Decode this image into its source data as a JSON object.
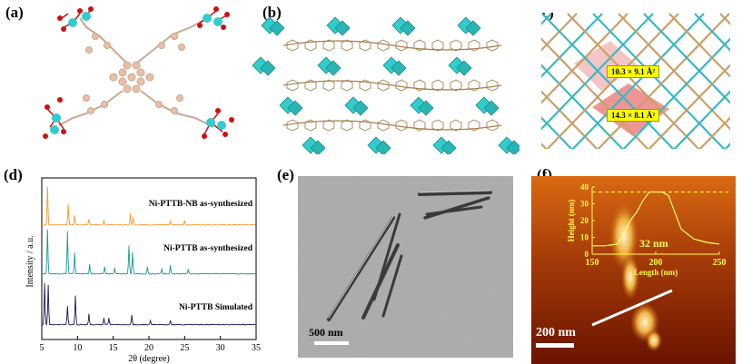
{
  "panels": {
    "a": {
      "label": "(a)"
    },
    "b": {
      "label": "(b)"
    },
    "c": {
      "label": "(c)",
      "pore_labels": [
        "10.3 × 9.1 Å²",
        "14.3 × 8.1 Å²"
      ]
    },
    "d": {
      "label": "(d)"
    },
    "e": {
      "label": "(e)",
      "scalebar": "500 nm"
    },
    "f": {
      "label": "(f)",
      "scalebar": "200 nm",
      "height_annotation": "32 nm"
    }
  },
  "colors": {
    "cluster": "#33cccc",
    "carbon": "#e8c0a8",
    "oxygen": "#cc1010",
    "pink": "#f0a0a0",
    "trace_top": "#f39a32",
    "trace_mid": "#1a9a90",
    "trace_bot": "#1a1a55"
  },
  "chart_data": [
    {
      "type": "line",
      "xlabel": "2θ (degree)",
      "ylabel": "Intensity / a.u.",
      "xlim": [
        5,
        35
      ],
      "xticks": [
        5,
        10,
        15,
        20,
        25,
        30,
        35
      ],
      "series": [
        {
          "name": "Ni-PTTB-NB as-synthesized",
          "peaks": [
            [
              5.8,
              1.0
            ],
            [
              8.7,
              0.55
            ],
            [
              9.6,
              0.25
            ],
            [
              11.6,
              0.15
            ],
            [
              13.7,
              0.12
            ],
            [
              17.4,
              0.3
            ],
            [
              17.8,
              0.2
            ],
            [
              23.0,
              0.1
            ],
            [
              25.0,
              0.12
            ]
          ]
        },
        {
          "name": "Ni-PTTB as-synthesized",
          "peaks": [
            [
              5.8,
              0.95
            ],
            [
              8.6,
              0.9
            ],
            [
              9.6,
              0.45
            ],
            [
              11.7,
              0.2
            ],
            [
              13.8,
              0.15
            ],
            [
              15.2,
              0.12
            ],
            [
              17.2,
              0.6
            ],
            [
              17.7,
              0.45
            ],
            [
              19.8,
              0.15
            ],
            [
              21.8,
              0.12
            ],
            [
              23.0,
              0.18
            ],
            [
              25.5,
              0.1
            ]
          ]
        },
        {
          "name": "Ni-PTTB Simulated",
          "peaks": [
            [
              5.4,
              0.8
            ],
            [
              5.9,
              0.75
            ],
            [
              8.6,
              0.35
            ],
            [
              9.7,
              0.55
            ],
            [
              11.6,
              0.2
            ],
            [
              13.7,
              0.12
            ],
            [
              14.4,
              0.12
            ],
            [
              17.6,
              0.18
            ],
            [
              20.2,
              0.08
            ],
            [
              23.0,
              0.08
            ]
          ]
        }
      ]
    },
    {
      "type": "line",
      "xlabel": "Length (nm)",
      "ylabel": "Height (nm)",
      "xlim": [
        150,
        250
      ],
      "ylim": [
        0,
        40
      ],
      "xticks": [
        150,
        200,
        250
      ],
      "yticks": [
        0,
        10,
        20,
        30,
        40
      ],
      "x": [
        150,
        160,
        170,
        175,
        180,
        185,
        190,
        195,
        200,
        205,
        210,
        215,
        220,
        230,
        240,
        250
      ],
      "y": [
        5,
        5,
        6,
        12,
        20,
        25,
        32,
        37,
        37,
        37,
        35,
        25,
        15,
        9,
        7,
        6
      ]
    }
  ]
}
